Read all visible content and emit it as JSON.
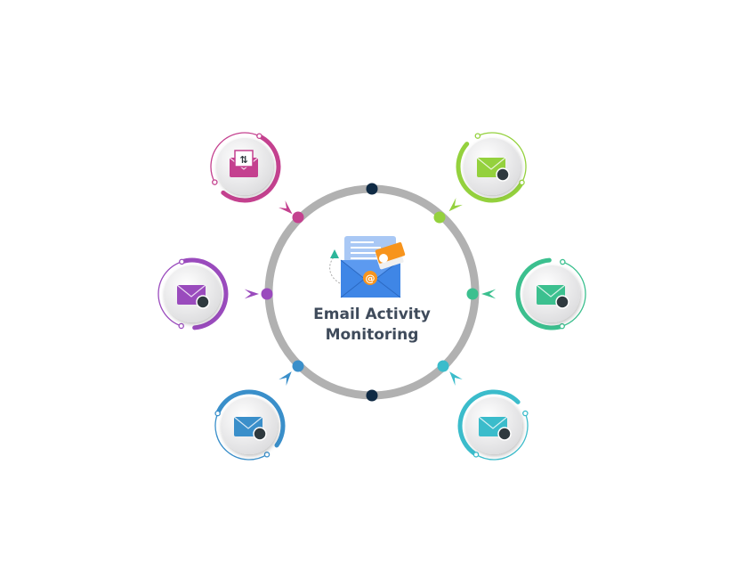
{
  "center": {
    "title_line1": "Email Activity",
    "title_line2": "Monitoring",
    "icon": "open-envelope-at-icon"
  },
  "colors": {
    "ring": "#b1b1b1",
    "anchor_dots": "#0f2a44",
    "title": "#3f4b5b"
  },
  "nodes": [
    {
      "name": "email-exchange",
      "icon": "envelope-arrows-icon",
      "color": "#c4418f"
    },
    {
      "name": "email-sent",
      "icon": "envelope-send-icon",
      "color": "#94d13d"
    },
    {
      "name": "email-blocked",
      "icon": "envelope-x-icon",
      "color": "#9a4bbd"
    },
    {
      "name": "email-address",
      "icon": "envelope-at-icon",
      "color": "#3cc08f"
    },
    {
      "name": "email-received-user",
      "icon": "envelope-user-icon",
      "color": "#3a8fca"
    },
    {
      "name": "email-download-group",
      "icon": "envelope-group-icon",
      "color": "#3bbccb"
    }
  ]
}
